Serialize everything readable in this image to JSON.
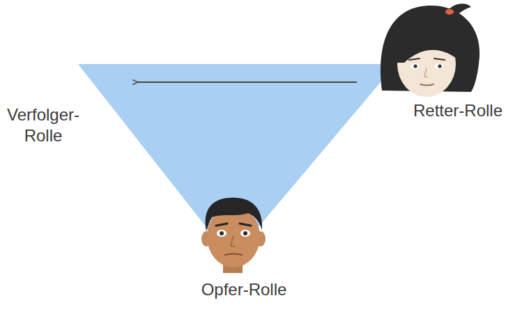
{
  "diagram": {
    "labels": [
      "Verfolger-Rolle",
      "Retter-Rolle",
      "Opfer-Rolle"
    ]
  }
}
